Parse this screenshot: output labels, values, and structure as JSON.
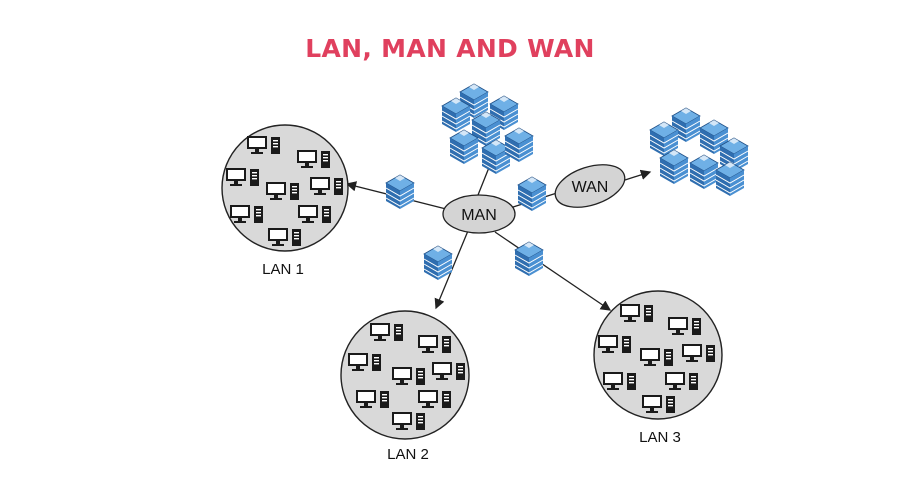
{
  "title": "LAN, MAN AND WAN",
  "nodes": {
    "man": "MAN",
    "wan": "WAN",
    "lan1": "LAN 1",
    "lan2": "LAN 2",
    "lan3": "LAN 3"
  },
  "colors": {
    "title": "#e0405e",
    "server_blue": "#3b82c4",
    "server_dark": "#1f4f86",
    "lan_circle_fill": "#d9d9d9",
    "ellipse_fill": "#d4d4d4"
  },
  "icons": {
    "computer": "desktop-computer-icon",
    "server": "server-rack-icon"
  }
}
